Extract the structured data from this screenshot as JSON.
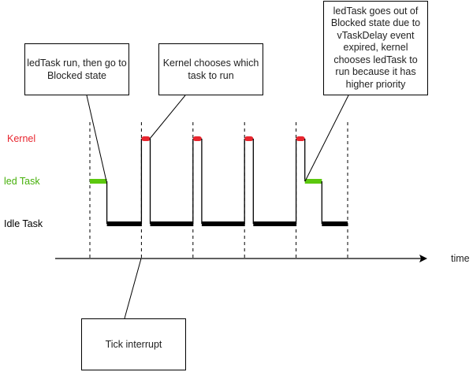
{
  "lanes": {
    "kernel": {
      "label": "Kernel",
      "color": "#e8262f"
    },
    "led": {
      "label": "led Task",
      "color": "#5cc80e"
    },
    "idle": {
      "label": "Idle Task",
      "color": "#000000"
    }
  },
  "axis_label": "time",
  "annotations": {
    "led_blocked": "ledTask run, then go to Blocked state",
    "kernel_choose": "Kernel chooses which task to run",
    "led_unblock": "ledTask goes out of Blocked state due to vTaskDelay event expired, kernel chooses ledTask to run because it has higher priority",
    "tick": "Tick interrupt"
  },
  "timeline": [
    {
      "task": "led",
      "start": 0,
      "end": 0.33
    },
    {
      "task": "idle",
      "start": 0.33,
      "end": 1
    },
    {
      "task": "kernel",
      "start": 1,
      "end": 1.17
    },
    {
      "task": "idle",
      "start": 1.17,
      "end": 2
    },
    {
      "task": "kernel",
      "start": 2,
      "end": 2.17
    },
    {
      "task": "idle",
      "start": 2.17,
      "end": 3
    },
    {
      "task": "kernel",
      "start": 3,
      "end": 3.17
    },
    {
      "task": "idle",
      "start": 3.17,
      "end": 4
    },
    {
      "task": "kernel",
      "start": 4,
      "end": 4.17
    },
    {
      "task": "led",
      "start": 4.17,
      "end": 4.5
    },
    {
      "task": "idle",
      "start": 4.5,
      "end": 5
    }
  ],
  "ticks": [
    0,
    1,
    2,
    3,
    4,
    5
  ]
}
